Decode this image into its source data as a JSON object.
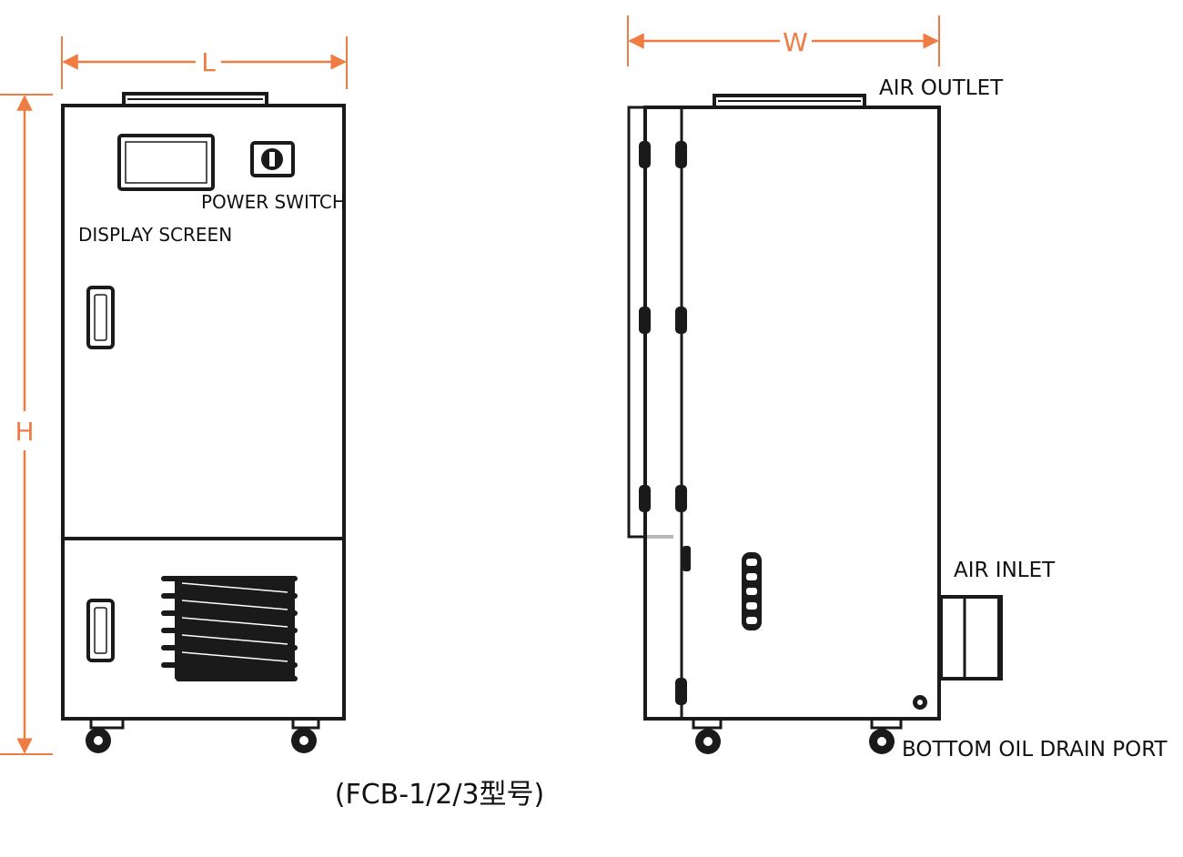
{
  "colors": {
    "dimension": "#ee7c43",
    "outline": "#1a1a1a",
    "background": "#ffffff"
  },
  "front_view": {
    "dimension_length": "L",
    "dimension_height": "H",
    "labels": {
      "power_switch": "POWER SWITCH",
      "display_screen": "DISPLAY SCREEN"
    }
  },
  "side_view": {
    "dimension_width": "W",
    "labels": {
      "air_outlet": "AIR OUTLET",
      "air_inlet": "AIR INLET",
      "bottom_oil_drain_port": "BOTTOM OIL DRAIN PORT"
    }
  },
  "caption": "(FCB-1/2/3型号)"
}
